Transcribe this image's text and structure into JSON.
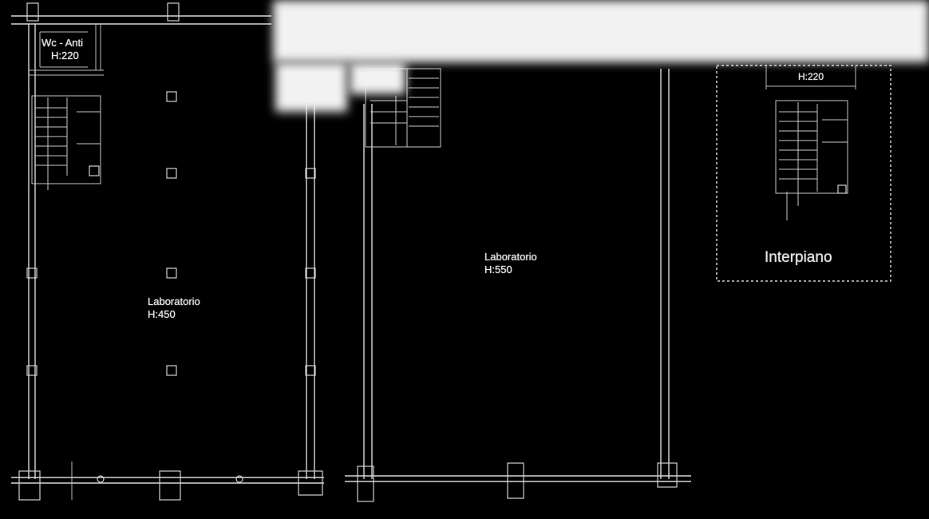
{
  "rooms": {
    "wc_anti": {
      "name": "Wc - Anti",
      "height": "H:220"
    },
    "lab_left": {
      "name": "Laboratorio",
      "height": "H:450"
    },
    "lab_center": {
      "name": "Laboratorio",
      "height": "H:550"
    },
    "interplano": {
      "name": "Interpiano",
      "height": "H:220"
    }
  }
}
